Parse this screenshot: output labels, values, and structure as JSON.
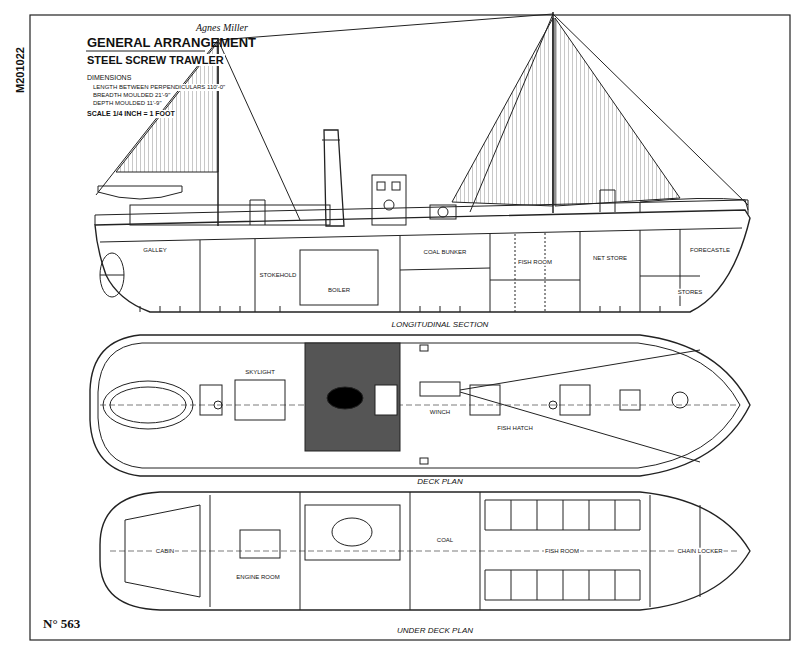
{
  "diagram": {
    "title": "GENERAL ARRANGEMENT",
    "labels": [
      "STEEL SCREW TRAWLER",
      "DIMENSIONS",
      "LENGTH BETWEEN PERPENDICULARS 110'-0\"",
      "BREADTH MOULDED 21'-9\"",
      "DEPTH MOULDED 11'-9\"",
      "SCALE 1/4 INCH = 1 FOOT",
      "Agnes Miller",
      "M201022",
      "LONGITUDINAL SECTION",
      "DECK PLAN",
      "UNDER DECK PLAN",
      "N° 563",
      "GALLEY",
      "STOKEHOLD",
      "BOILER",
      "COAL BUNKER",
      "FISH ROOM",
      "NET STORE",
      "FORECASTLE",
      "STORES",
      "SKYLIGHT",
      "FISH HATCH",
      "WINCH",
      "CABIN",
      "ENGINE ROOM",
      "COAL",
      "FISH ROOM",
      "CHAIN LOCKER"
    ]
  }
}
